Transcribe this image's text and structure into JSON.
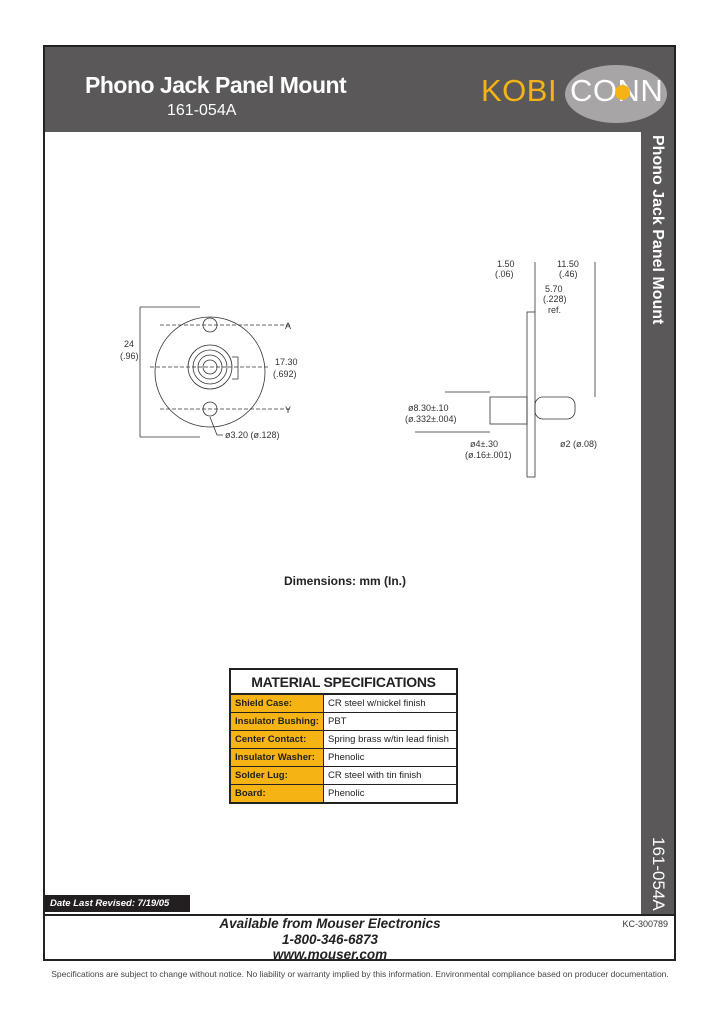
{
  "header": {
    "title": "Phono Jack Panel Mount",
    "part_number": "161-054A",
    "logo": {
      "left": "KOBI",
      "right": "CONN",
      "accent_color": "#f5b414",
      "bg_color": "#5a5859"
    }
  },
  "sidebar": {
    "title": "Phono Jack Panel Mount",
    "part_number": "161-054A"
  },
  "drawing": {
    "front_view": {
      "height_mm": "24",
      "height_in": "(.96)",
      "spacing_mm": "17.30",
      "spacing_in": "(.692)",
      "hole_dia": "ø3.20 (ø.128)",
      "marks": [
        "A",
        "Y"
      ]
    },
    "side_view": {
      "panel": "1.50",
      "panel_in": "(.06)",
      "length": "11.50",
      "length_in": "(.46)",
      "ref": "5.70",
      "ref_in": "(.228)",
      "ref_label": "ref.",
      "outer_dia": "ø8.30±.10",
      "outer_dia_in": "(ø.332±.004)",
      "inner_dia": "ø4±.30",
      "inner_dia_in": "(ø.16±.001)",
      "pin_dia": "ø2 (ø.08)"
    }
  },
  "dimensions_label": "Dimensions:  mm (In.)",
  "spec_table": {
    "title": "MATERIAL SPECIFICATIONS",
    "rows": [
      {
        "key": "Shield Case:",
        "value": "CR steel w/nickel finish"
      },
      {
        "key": "Insulator Bushing:",
        "value": "PBT"
      },
      {
        "key": "Center Contact:",
        "value": "Spring brass w/tin lead finish"
      },
      {
        "key": "Insulator Washer:",
        "value": "Phenolic"
      },
      {
        "key": "Solder Lug:",
        "value": "CR steel with tin finish"
      },
      {
        "key": "Board:",
        "value": "Phenolic"
      }
    ]
  },
  "footer": {
    "revised": "Date Last Revised:  7/19/05",
    "available": "Available from Mouser Electronics",
    "phone": "1-800-346-6873",
    "website": "www.mouser.com",
    "code": "KC-300789",
    "disclaimer": "Specifications are subject to change without notice. No liability or warranty implied by this information. Environmental compliance based on producer documentation."
  }
}
